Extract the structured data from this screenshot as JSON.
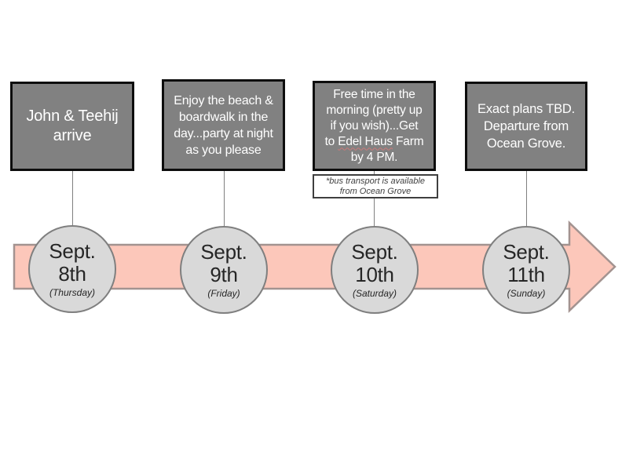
{
  "colors": {
    "box_fill": "#818181",
    "box_border": "#0d0d0d",
    "box_text": "#ffffff",
    "circle_fill": "#d9d9d9",
    "circle_border": "#7f7f7f",
    "circle_text": "#262626",
    "arrow_fill": "#fcc7ba",
    "arrow_border": "#a39390",
    "connector": "#808080",
    "note_border": "#3f3f3f",
    "note_text": "#404040",
    "misspell": "#cc7a7a"
  },
  "events": [
    {
      "id": "sept-8th",
      "box_lines": [
        "John & Teehij",
        "arrive"
      ],
      "month": "Sept.",
      "day": "8th",
      "weekday": "(Thursday)"
    },
    {
      "id": "sept-9th",
      "box_lines": [
        "Enjoy the beach &",
        "boardwalk in the",
        "day...party at night",
        "as you please"
      ],
      "month": "Sept.",
      "day": "9th",
      "weekday": "(Friday)"
    },
    {
      "id": "sept-10th",
      "box_lines": [
        "Free time in the",
        "morning (pretty up",
        "if you wish)...Get"
      ],
      "farm_before": "to ",
      "farm_misspelled": "Edel Haus",
      "farm_after": " Farm",
      "last_line": "by 4 PM.",
      "note_lines": [
        "*bus transport is available",
        "from Ocean Grove"
      ],
      "month": "Sept.",
      "day": "10th",
      "weekday": "(Saturday)"
    },
    {
      "id": "sept-11th",
      "box_lines": [
        "Exact plans TBD.",
        "Departure from",
        "Ocean Grove."
      ],
      "month": "Sept.",
      "day": "11th",
      "weekday": "(Sunday)"
    }
  ]
}
